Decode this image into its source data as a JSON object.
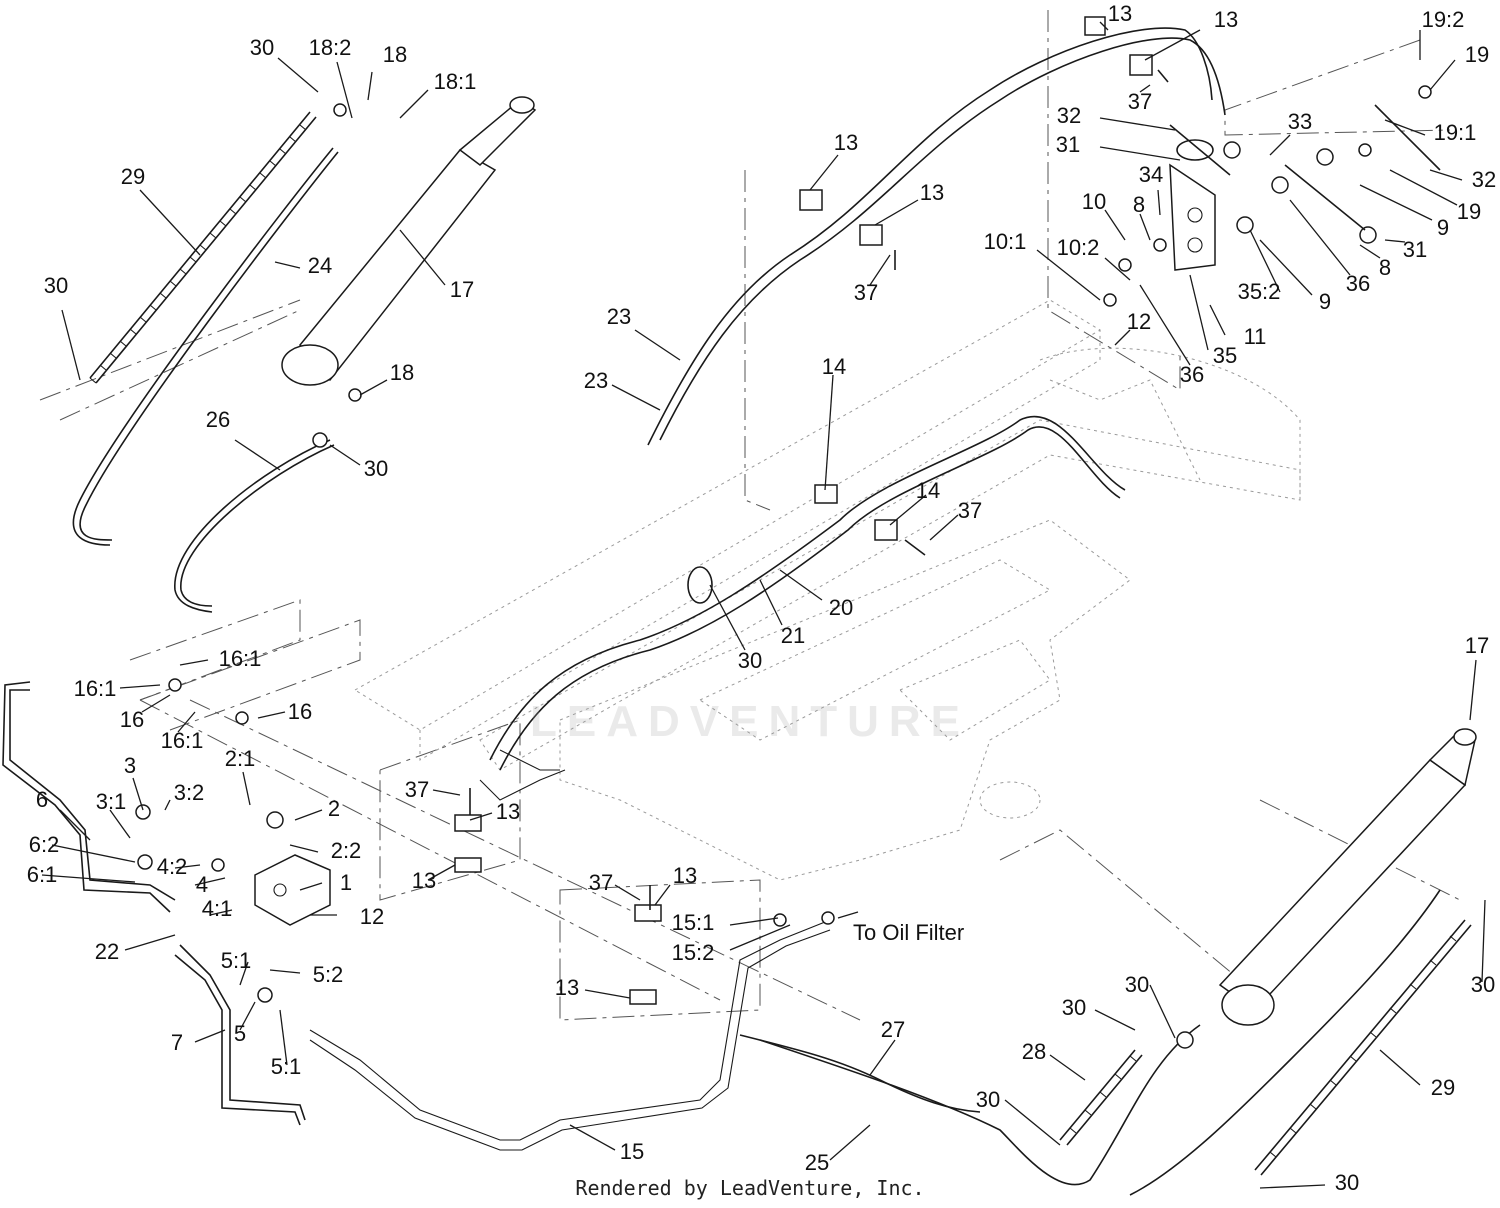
{
  "callouts": [
    {
      "id": "c1",
      "text": "30"
    },
    {
      "id": "c2",
      "text": "18:2"
    },
    {
      "id": "c3",
      "text": "18"
    },
    {
      "id": "c4",
      "text": "18:1"
    },
    {
      "id": "c5",
      "text": "29"
    },
    {
      "id": "c6",
      "text": "24"
    },
    {
      "id": "c7",
      "text": "17"
    },
    {
      "id": "c8",
      "text": "30"
    },
    {
      "id": "c9",
      "text": "18"
    },
    {
      "id": "c10",
      "text": "26"
    },
    {
      "id": "c11",
      "text": "30"
    },
    {
      "id": "c12",
      "text": "13"
    },
    {
      "id": "c13",
      "text": "13"
    },
    {
      "id": "c14",
      "text": "37"
    },
    {
      "id": "c15",
      "text": "19:2"
    },
    {
      "id": "c16",
      "text": "19"
    },
    {
      "id": "c17",
      "text": "32"
    },
    {
      "id": "c18",
      "text": "33"
    },
    {
      "id": "c19",
      "text": "31"
    },
    {
      "id": "c20",
      "text": "19:1"
    },
    {
      "id": "c21",
      "text": "32"
    },
    {
      "id": "c22",
      "text": "34"
    },
    {
      "id": "c23",
      "text": "10"
    },
    {
      "id": "c24",
      "text": "8"
    },
    {
      "id": "c25",
      "text": "9"
    },
    {
      "id": "c26",
      "text": "19"
    },
    {
      "id": "c27",
      "text": "10:1"
    },
    {
      "id": "c28",
      "text": "10:2"
    },
    {
      "id": "c29",
      "text": "8"
    },
    {
      "id": "c30",
      "text": "31"
    },
    {
      "id": "c31",
      "text": "36"
    },
    {
      "id": "c32",
      "text": "35:2"
    },
    {
      "id": "c33",
      "text": "9"
    },
    {
      "id": "c34",
      "text": "11"
    },
    {
      "id": "c35",
      "text": "12"
    },
    {
      "id": "c36",
      "text": "35"
    },
    {
      "id": "c37",
      "text": "36"
    },
    {
      "id": "c38",
      "text": "13"
    },
    {
      "id": "c39",
      "text": "13"
    },
    {
      "id": "c40",
      "text": "37"
    },
    {
      "id": "c41",
      "text": "23"
    },
    {
      "id": "c42",
      "text": "23"
    },
    {
      "id": "c43",
      "text": "14"
    },
    {
      "id": "c44",
      "text": "14"
    },
    {
      "id": "c45",
      "text": "37"
    },
    {
      "id": "c46",
      "text": "20"
    },
    {
      "id": "c47",
      "text": "21"
    },
    {
      "id": "c48",
      "text": "30"
    },
    {
      "id": "c49",
      "text": "16:1"
    },
    {
      "id": "c50",
      "text": "16:1"
    },
    {
      "id": "c51",
      "text": "16"
    },
    {
      "id": "c52",
      "text": "16"
    },
    {
      "id": "c53",
      "text": "16:1"
    },
    {
      "id": "c54",
      "text": "17"
    },
    {
      "id": "c55",
      "text": "2:1"
    },
    {
      "id": "c56",
      "text": "3"
    },
    {
      "id": "c57",
      "text": "3:2"
    },
    {
      "id": "c58",
      "text": "6"
    },
    {
      "id": "c59",
      "text": "3:1"
    },
    {
      "id": "c60",
      "text": "37"
    },
    {
      "id": "c61",
      "text": "2"
    },
    {
      "id": "c62",
      "text": "13"
    },
    {
      "id": "c63",
      "text": "6:2"
    },
    {
      "id": "c64",
      "text": "2:2"
    },
    {
      "id": "c65",
      "text": "4:2"
    },
    {
      "id": "c66",
      "text": "6:1"
    },
    {
      "id": "c67",
      "text": "4"
    },
    {
      "id": "c68",
      "text": "1"
    },
    {
      "id": "c69",
      "text": "13"
    },
    {
      "id": "c70",
      "text": "37"
    },
    {
      "id": "c71",
      "text": "13"
    },
    {
      "id": "c72",
      "text": "12"
    },
    {
      "id": "c73",
      "text": "4:1"
    },
    {
      "id": "c74",
      "text": "15:1"
    },
    {
      "id": "c75",
      "text": "22"
    },
    {
      "id": "c76",
      "text": "15:2"
    },
    {
      "id": "c77",
      "text": "5:1"
    },
    {
      "id": "c78",
      "text": "5:2"
    },
    {
      "id": "c79",
      "text": "13"
    },
    {
      "id": "c80",
      "text": "30"
    },
    {
      "id": "c81",
      "text": "30"
    },
    {
      "id": "c82",
      "text": "30"
    },
    {
      "id": "c83",
      "text": "7"
    },
    {
      "id": "c84",
      "text": "5"
    },
    {
      "id": "c85",
      "text": "27"
    },
    {
      "id": "c86",
      "text": "28"
    },
    {
      "id": "c87",
      "text": "5:1"
    },
    {
      "id": "c88",
      "text": "29"
    },
    {
      "id": "c89",
      "text": "30"
    },
    {
      "id": "c90",
      "text": "15"
    },
    {
      "id": "c91",
      "text": "25"
    },
    {
      "id": "c92",
      "text": "30"
    }
  ],
  "oil_filter_note": "To Oil Filter",
  "watermark": "LEADVENTURE",
  "credit": "Rendered by LeadVenture, Inc."
}
